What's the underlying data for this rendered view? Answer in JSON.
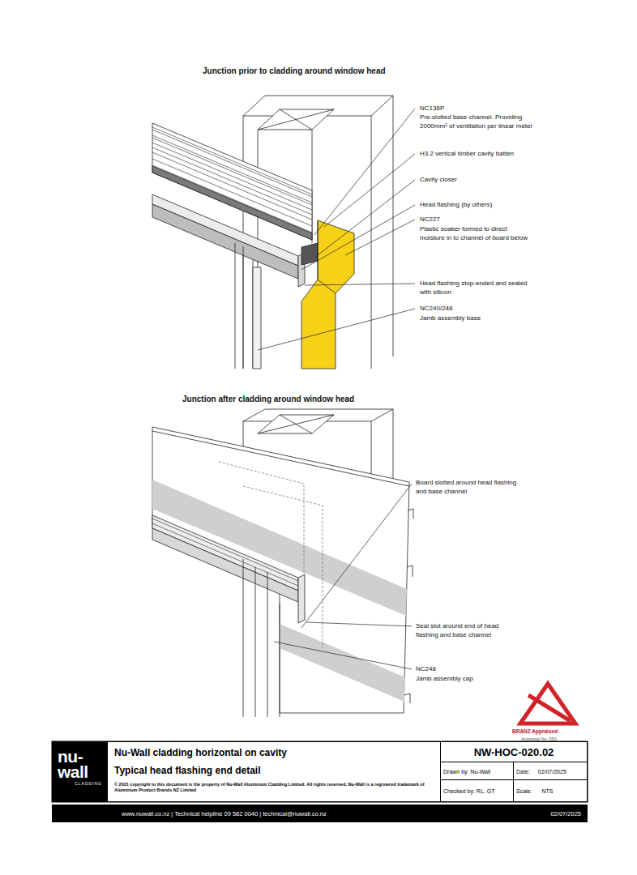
{
  "diagram": {
    "nodes": [
      {
        "text": [
          "nu-wall",
          "CLADDING"
        ]
      },
      {
        "text": [
          "Nu-Wall cladding horizontal on cavity",
          "Typical head flashing end detail",
          "© 2021 copyright to this document is the property of Nu-Wall Aluminium Cladding Limited. All rights reserved. Nu-Wall is a registered trademark of Aluminium Product Brands NZ Limited"
        ]
      },
      {
        "text": [
          "NW-HOC-020.02"
        ]
      },
      {
        "text": [
          "Drawn by: Nu-Wall"
        ]
      },
      {
        "text": [
          "Date:",
          "02/07/2025"
        ]
      },
      {
        "text": [
          "Checked by: RL, GT"
        ]
      },
      {
        "text": [
          "Scale:",
          "NTS"
        ]
      },
      {
        "text": [
          "www.nuwall.co.nz | Technical helpline 09 582 0040 | technical@nuwall.co.nz",
          "02/07/2025"
        ]
      }
    ],
    "labels": [
      "Junction prior to cladding around window head",
      "NC136P",
      "Pre-slotted base channel. Providing 2000mm² of ventilation per linear meter",
      "H3.2 vertical timber cavity batten",
      "Cavity closer",
      "Head flashing (by others)",
      "NC227",
      "Plastic soaker formed to direct moisture in to channel of board below",
      "Head flashing stop-ended and sealed with silicon",
      "NC240/248",
      "Jamb assembly base",
      "Junction after cladding around window head",
      "Board slotted around head flashing and base channel",
      "Seal slot around end of head flashing and base channel",
      "NC248",
      "Jamb assembly cap",
      "BRANZ Appraised",
      "Appraisal No. 550"
    ]
  }
}
